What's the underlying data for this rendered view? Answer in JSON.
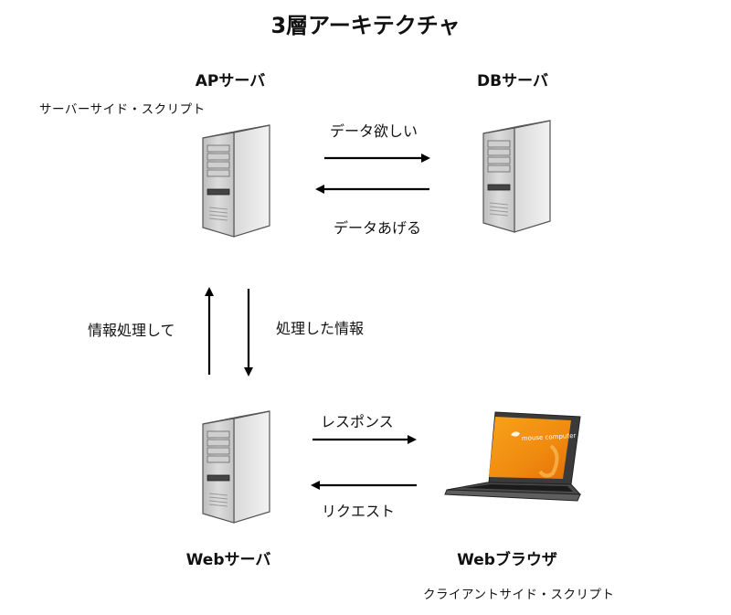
{
  "title": "3層アーキテクチャ",
  "nodes": {
    "ap_server": {
      "label": "APサーバ",
      "note": "サーバーサイド・スクリプト"
    },
    "db_server": {
      "label": "DBサーバ"
    },
    "web_server": {
      "label": "Webサーバ"
    },
    "browser": {
      "label": "Webブラウザ",
      "note": "クライアントサイド・スクリプト",
      "screen_text": "mouse computer"
    }
  },
  "edges": {
    "ap_to_db": "データ欲しい",
    "db_to_ap": "データあげる",
    "web_to_ap": "情報処理して",
    "ap_to_web": "処理した情報",
    "web_to_browser": "レスポンス",
    "browser_to_web": "リクエスト"
  }
}
